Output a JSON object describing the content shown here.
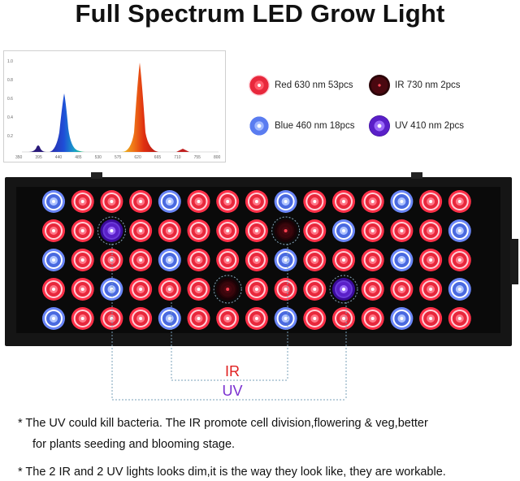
{
  "title": "Full Spectrum LED Grow Light",
  "spectrum_chart": {
    "type": "line",
    "x_ticks": [
      "350",
      "395",
      "440",
      "485",
      "530",
      "575",
      "620",
      "665",
      "710",
      "755",
      "800"
    ],
    "y_ticks": [
      "1.0",
      "0.8",
      "0.6",
      "0.4",
      "0.2"
    ],
    "peaks": [
      {
        "x_nm": 395,
        "y": 0.08
      },
      {
        "x_nm": 450,
        "y": 0.62
      },
      {
        "x_nm": 630,
        "y": 1.0
      },
      {
        "x_nm": 730,
        "y": 0.03
      }
    ]
  },
  "legend": {
    "red": {
      "label": "Red 630 nm  53pcs",
      "color": "#e8283c"
    },
    "ir": {
      "label": "IR 730 nm  2pcs",
      "color": "#3a0a12"
    },
    "blue": {
      "label": "Blue 460 nm  18pcs",
      "color": "#5a7cf0"
    },
    "uv": {
      "label": "UV 410 nm  2pcs",
      "color": "#6a2fd8"
    }
  },
  "panel": {
    "rows": [
      [
        "B",
        "R",
        "R",
        "R",
        "B",
        "R",
        "R",
        "R",
        "B",
        "R",
        "R",
        "R",
        "B",
        "R",
        "R"
      ],
      [
        "R",
        "R",
        "U",
        "R",
        "R",
        "R",
        "R",
        "R",
        "I",
        "R",
        "B",
        "R",
        "R",
        "R",
        "B"
      ],
      [
        "B",
        "R",
        "R",
        "R",
        "B",
        "R",
        "R",
        "R",
        "B",
        "R",
        "R",
        "R",
        "B",
        "R",
        "R"
      ],
      [
        "R",
        "R",
        "B",
        "R",
        "R",
        "R",
        "I",
        "R",
        "R",
        "R",
        "U",
        "R",
        "R",
        "R",
        "B"
      ],
      [
        "B",
        "R",
        "R",
        "R",
        "B",
        "R",
        "R",
        "R",
        "B",
        "R",
        "R",
        "R",
        "B",
        "R",
        "R"
      ]
    ]
  },
  "callouts": {
    "ir_label": "IR",
    "uv_label": "UV"
  },
  "notes": [
    "* The UV could kill bacteria. The IR promote cell division,flowering & veg,better",
    "for plants seeding and blooming stage.",
    "* The 2 IR and 2 UV lights looks dim,it is the way they look like, they are workable."
  ]
}
